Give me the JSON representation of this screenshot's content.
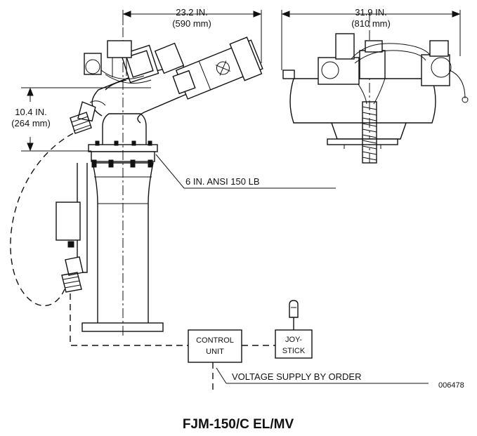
{
  "dimensions": {
    "side_width_in": "23.2 IN.",
    "side_width_mm": "(590 mm)",
    "front_width_in": "31.9 IN.",
    "front_width_mm": "(810 mm)",
    "height_in": "10.4 IN.",
    "height_mm": "(264 mm)"
  },
  "labels": {
    "flange": "6 IN. ANSI 150 LB",
    "control_unit_line1": "CONTROL",
    "control_unit_line2": "UNIT",
    "joystick_line1": "JOY-",
    "joystick_line2": "STICK",
    "voltage_supply": "VOLTAGE SUPPLY BY ORDER",
    "drawing_number": "006478"
  },
  "title": "FJM-150/C EL/MV"
}
